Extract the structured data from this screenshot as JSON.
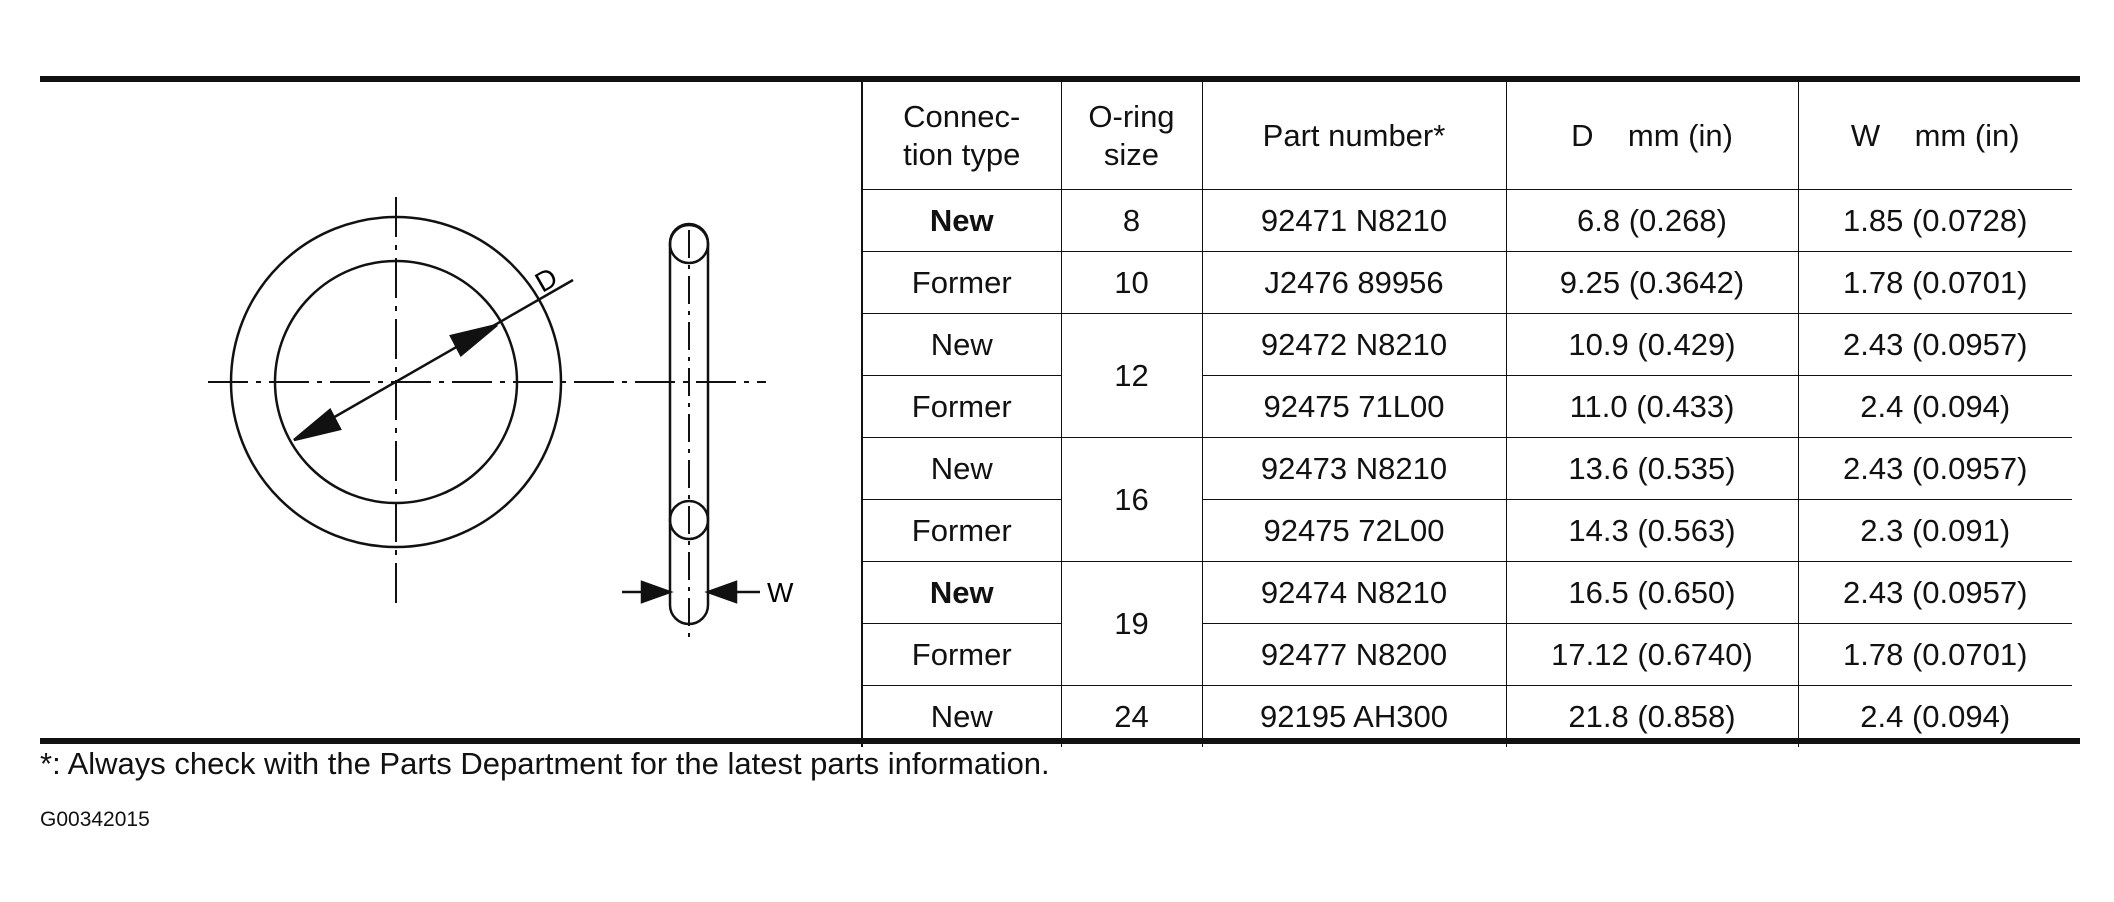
{
  "diagram": {
    "label_d": "D",
    "label_w": "W"
  },
  "table": {
    "headers": {
      "connection_type": [
        "Connec-",
        "tion type"
      ],
      "oring_size": [
        "O-ring",
        "size"
      ],
      "part_number": "Part number*",
      "d": "D    mm (in)",
      "w": "W    mm (in)"
    },
    "rows": [
      {
        "type": "New",
        "size": "8",
        "part": "92471 N8210",
        "d": "6.8 (0.268)",
        "w": "1.85 (0.0728)"
      },
      {
        "type": "Former",
        "size": "10",
        "part": "J2476 89956",
        "d": "9.25 (0.3642)",
        "w": "1.78 (0.0701)"
      },
      {
        "type": "New",
        "size": "12",
        "part": "92472 N8210",
        "d": "10.9 (0.429)",
        "w": "2.43 (0.0957)"
      },
      {
        "type": "Former",
        "size": "12",
        "part": "92475 71L00",
        "d": "11.0 (0.433)",
        "w": "2.4 (0.094)"
      },
      {
        "type": "New",
        "size": "16",
        "part": "92473 N8210",
        "d": "13.6 (0.535)",
        "w": "2.43 (0.0957)"
      },
      {
        "type": "Former",
        "size": "16",
        "part": "92475 72L00",
        "d": "14.3 (0.563)",
        "w": "2.3 (0.091)"
      },
      {
        "type": "New",
        "size": "19",
        "part": "92474 N8210",
        "d": "16.5 (0.650)",
        "w": "2.43 (0.0957)"
      },
      {
        "type": "Former",
        "size": "19",
        "part": "92477 N8200",
        "d": "17.12 (0.6740)",
        "w": "1.78 (0.0701)"
      },
      {
        "type": "New",
        "size": "24",
        "part": "92195 AH300",
        "d": "21.8 (0.858)",
        "w": "2.4 (0.094)"
      }
    ]
  },
  "footnote": "*: Always check with the Parts Department for the latest parts information.",
  "figure_code": "G00342015"
}
